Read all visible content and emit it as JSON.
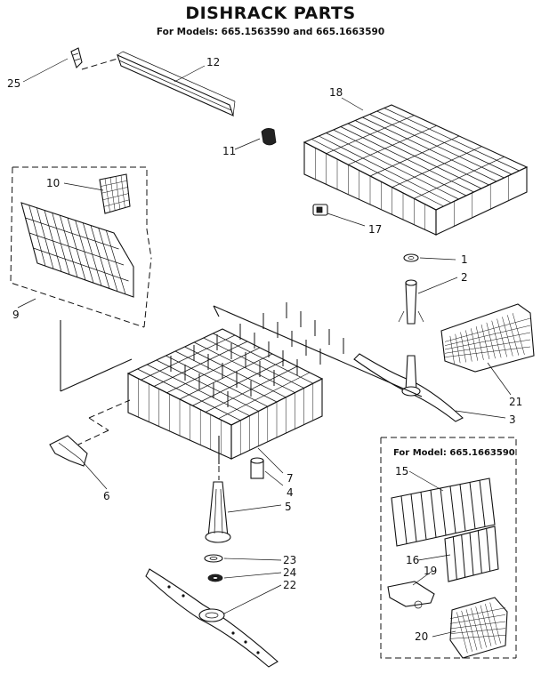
{
  "title": "DISHRACK PARTS",
  "subtitle": "For Models: 665.1563590 and 665.1663590",
  "inset_note": "For Model: 665.1663590",
  "callouts": [
    "25",
    "12",
    "11",
    "18",
    "17",
    "10",
    "9",
    "1",
    "2",
    "21",
    "3",
    "7",
    "4",
    "5",
    "6",
    "23",
    "24",
    "22",
    "15",
    "16",
    "19",
    "20"
  ]
}
